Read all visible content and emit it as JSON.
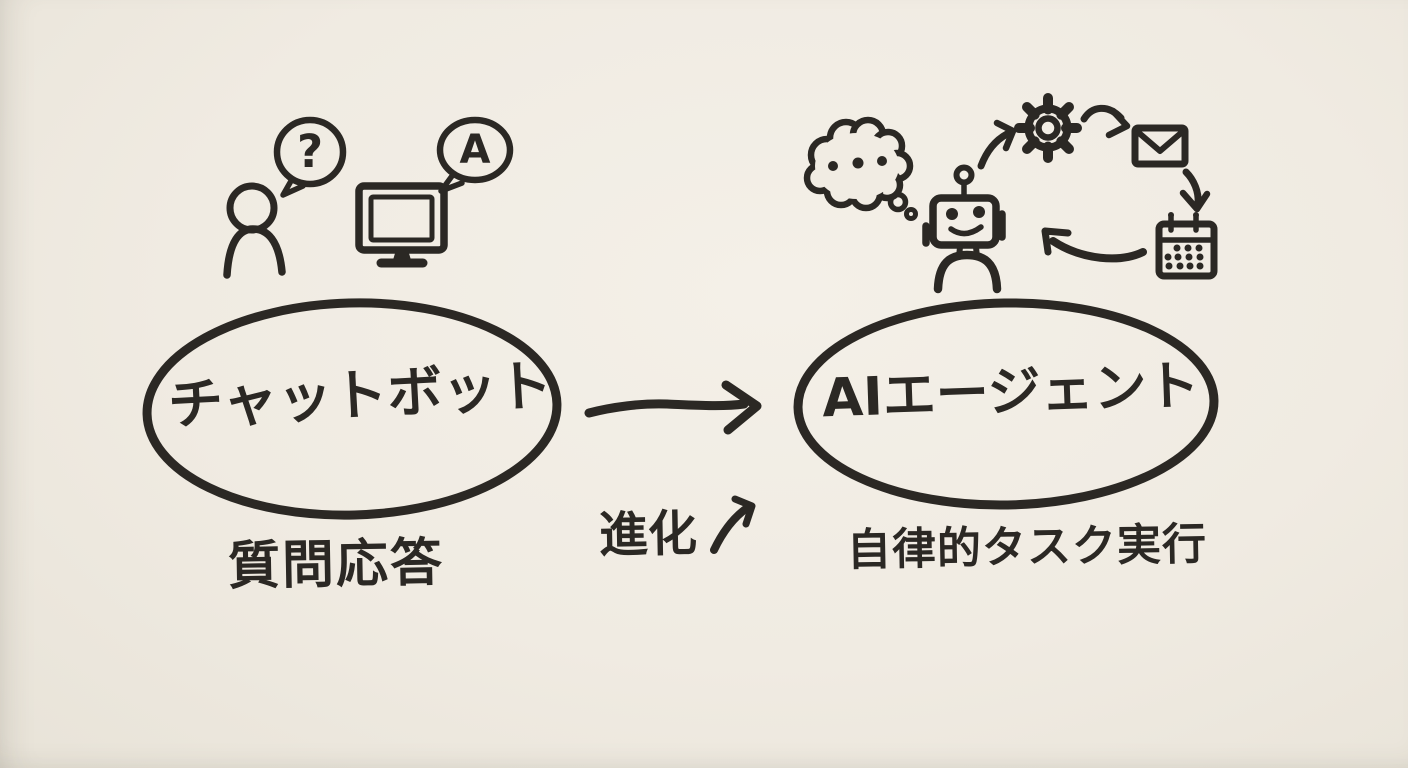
{
  "meta": {
    "style": "hand-drawn marker sketch on paper",
    "paper_color": "#f1ece3",
    "ink_color": "#2b2824"
  },
  "left_group": {
    "node_label": "チャットボット",
    "caption": "質問応答",
    "question_bubble_text": "?",
    "answer_bubble_text": "A",
    "icons": [
      "person-icon",
      "question-speech-bubble-icon",
      "monitor-icon",
      "answer-speech-bubble-icon"
    ]
  },
  "transition": {
    "label": "進化",
    "icons": [
      "arrow-right-icon",
      "arrow-up-right-icon"
    ]
  },
  "right_group": {
    "node_label": "AIエージェント",
    "caption": "自律的タスク実行",
    "thought_bubble_dots": "...",
    "icons": [
      "thought-bubble-icon",
      "robot-icon",
      "gear-icon",
      "mail-icon",
      "calendar-icon",
      "cycle-arrows-icon"
    ]
  }
}
